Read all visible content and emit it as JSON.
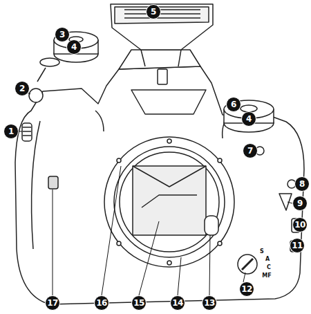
{
  "diagram": {
    "labels": [
      "1",
      "2",
      "3",
      "4",
      "5",
      "6",
      "7",
      "8",
      "9",
      "10",
      "11",
      "12",
      "13",
      "14",
      "15",
      "16",
      "17",
      "4",
      "S",
      "A",
      "C",
      "MF"
    ]
  }
}
